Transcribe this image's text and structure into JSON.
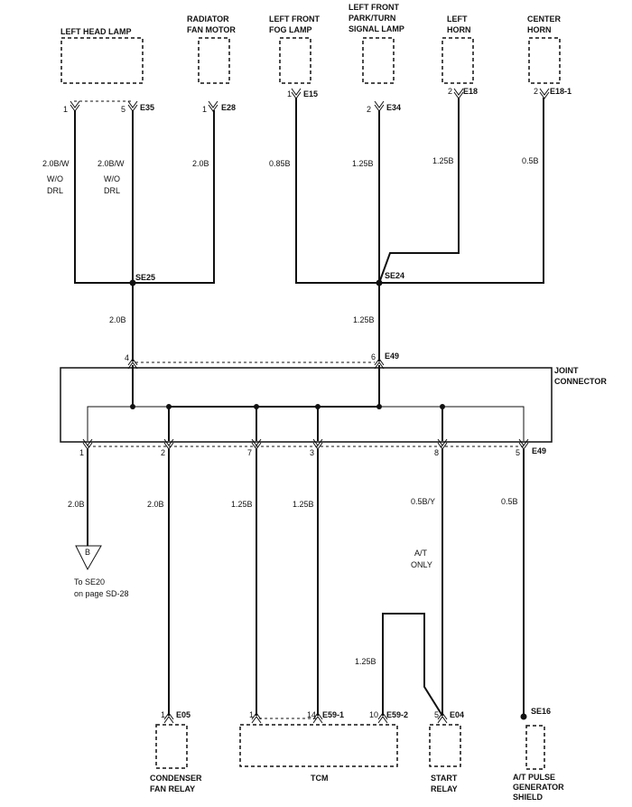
{
  "components": {
    "left_head_lamp": "LEFT HEAD LAMP",
    "radiator_fan_motor_1": "RADIATOR",
    "radiator_fan_motor_2": "FAN MOTOR",
    "left_front_fog_1": "LEFT FRONT",
    "left_front_fog_2": "FOG LAMP",
    "park_turn_1": "LEFT FRONT",
    "park_turn_2": "PARK/TURN",
    "park_turn_3": "SIGNAL LAMP",
    "left_horn_1": "LEFT",
    "left_horn_2": "HORN",
    "center_horn_1": "CENTER",
    "center_horn_2": "HORN",
    "joint_connector_1": "JOINT",
    "joint_connector_2": "CONNECTOR",
    "condenser_1": "CONDENSER",
    "condenser_2": "FAN RELAY",
    "tcm": "TCM",
    "start_relay_1": "START",
    "start_relay_2": "RELAY",
    "pulse_gen_1": "A/T PULSE",
    "pulse_gen_2": "GENERATOR",
    "pulse_gen_3": "SHIELD"
  },
  "connectors": {
    "e35": "E35",
    "e28": "E28",
    "e15": "E15",
    "e34": "E34",
    "e18": "E18",
    "e18_1": "E18-1",
    "se25": "SE25",
    "se24": "SE24",
    "e49_top": "E49",
    "e49_bottom": "E49",
    "e05": "E05",
    "e59_1": "E59-1",
    "e59_2": "E59-2",
    "e04": "E04",
    "se16": "SE16"
  },
  "pins": {
    "hl_1": "1",
    "hl_5": "5",
    "rad_1": "1",
    "fog_1": "1",
    "pt_2": "2",
    "lh_2": "2",
    "ch_2": "2",
    "j_4": "4",
    "j_6": "6",
    "jb_1": "1",
    "jb_2": "2",
    "jb_7": "7",
    "jb_3": "3",
    "jb_8": "8",
    "jb_5": "5",
    "cr_1": "1",
    "tcm_1": "1",
    "tcm_14": "14",
    "tcm_10": "10",
    "sr_5": "5"
  },
  "wires": {
    "hl_1": "2.0B/W",
    "hl_5": "2.0B/W",
    "rad": "2.0B",
    "fog": "0.85B",
    "pt": "1.25B",
    "lh": "1.25B",
    "ch": "0.5B",
    "se25_j": "2.0B",
    "se24_j": "1.25B",
    "b1": "2.0B",
    "b2": "2.0B",
    "b7": "1.25B",
    "b3": "1.25B",
    "b8": "0.5B/Y",
    "b5": "0.5B",
    "tcm10": "1.25B"
  },
  "notes": {
    "wo_1": "W/O",
    "drl_1": "DRL",
    "wo_2": "W/O",
    "drl_2": "DRL",
    "at_1": "A/T",
    "at_2": "ONLY",
    "ground_symbol": "B",
    "ref_1": "To SE20",
    "ref_2": "on page SD-28"
  }
}
